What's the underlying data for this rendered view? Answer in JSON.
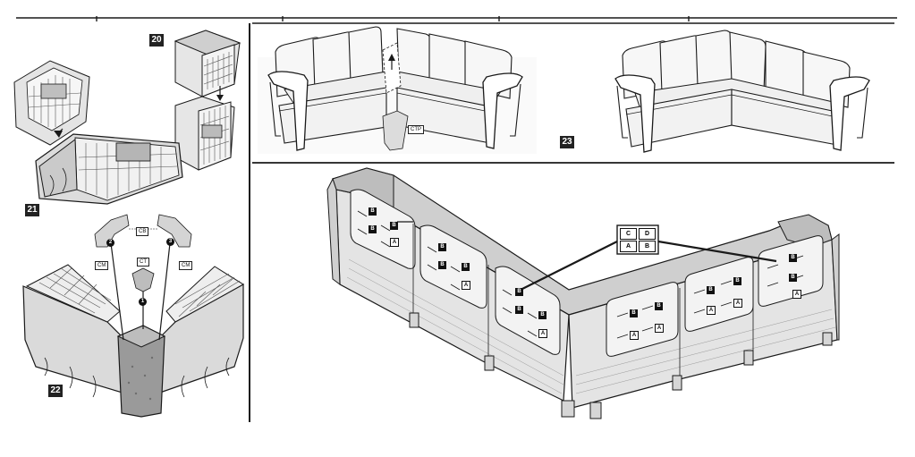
{
  "steps": {
    "s20": "20",
    "s21": "21",
    "s22": "22",
    "s23": "23"
  },
  "part_labels": {
    "cb_top": "CB",
    "cm_left": "CM",
    "cm_right": "CM",
    "ct_center": "CT",
    "ctp_panel2": "CTP"
  },
  "screw_numbers": {
    "n1": "1",
    "n2": "2",
    "n3": "3"
  },
  "legend": {
    "c": "C",
    "d": "D",
    "a": "A",
    "b": "B"
  },
  "colors": {
    "line": "#1a1a1a",
    "fill_light": "#f2f2f2",
    "fill_mid": "#d9d9d9",
    "fill_dark": "#a8a8a8"
  }
}
